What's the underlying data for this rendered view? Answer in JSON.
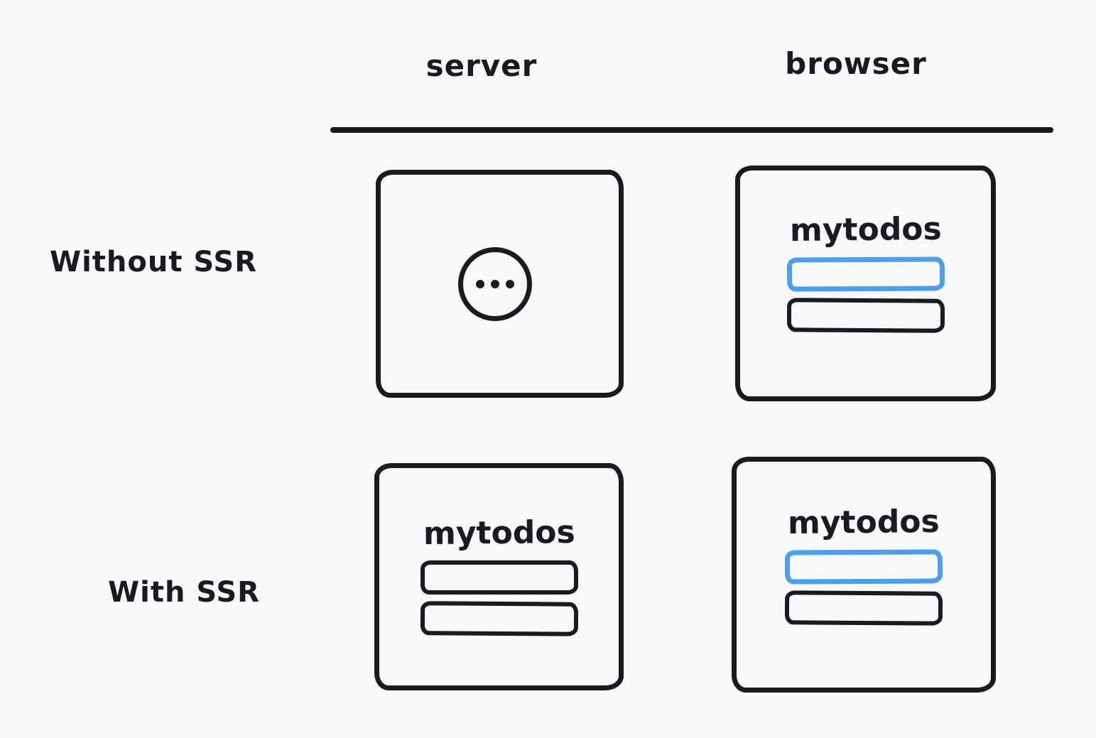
{
  "colors": {
    "background": "#f7f8fa",
    "stroke": "#1b1b1f",
    "accent_blue": "#4d9fe9"
  },
  "headers": {
    "col1": "server",
    "col2": "browser"
  },
  "rows": [
    {
      "label": "Without SSR"
    },
    {
      "label": "With SSR"
    }
  ],
  "cells": {
    "without_ssr_server": {
      "icon": "ellipsis-loading-icon",
      "description": "empty page, still loading"
    },
    "without_ssr_browser": {
      "title": "mytodos",
      "items": [
        {
          "state": "highlighted"
        },
        {
          "state": "default"
        }
      ]
    },
    "with_ssr_server": {
      "title": "mytodos",
      "items": [
        {
          "state": "default"
        },
        {
          "state": "default"
        }
      ]
    },
    "with_ssr_browser": {
      "title": "mytodos",
      "items": [
        {
          "state": "highlighted"
        },
        {
          "state": "default"
        }
      ]
    }
  }
}
